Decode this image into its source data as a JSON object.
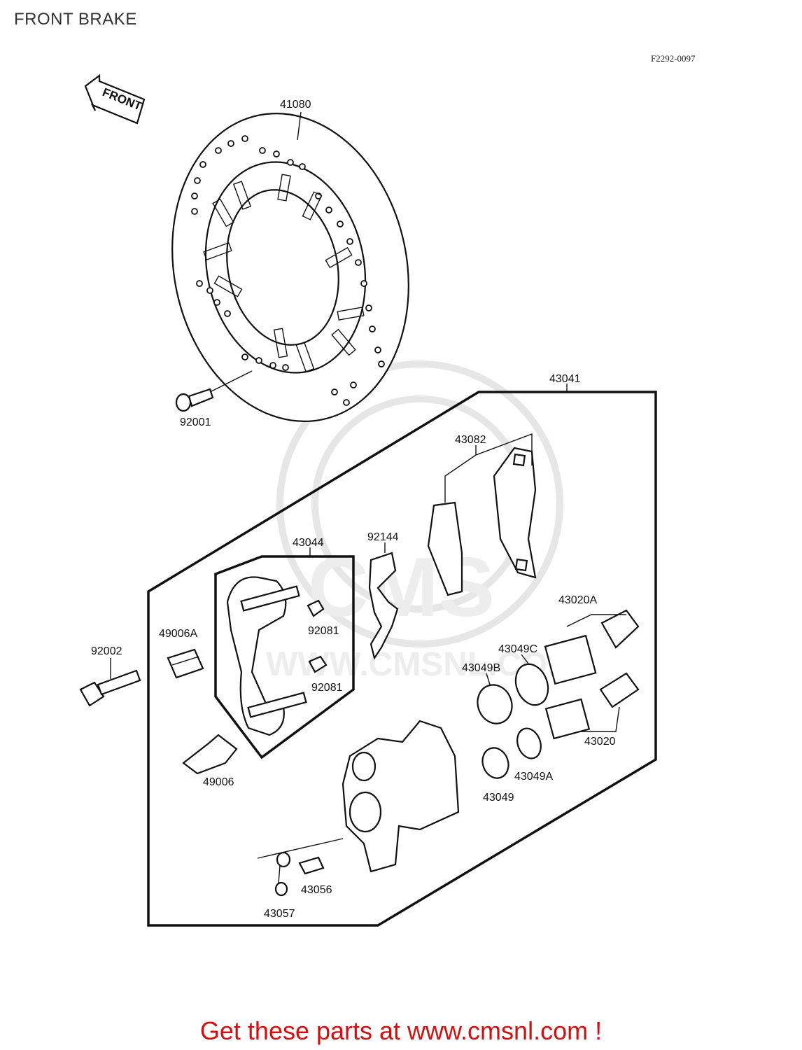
{
  "page": {
    "title": "FRONT BRAKE",
    "diagram_code": "F2292-0097",
    "footer_link": "Get these parts at www.cmsnl.com !",
    "front_arrow_label": "FRONT",
    "watermark_text": "CMS",
    "watermark_url": "WWW.CMSNL.COM"
  },
  "parts": {
    "disc": "41080",
    "disc_bolt": "92001",
    "caliper_assembly": "43041",
    "brake_pads": "43082",
    "pad_spring": "92144",
    "caliper_holder": "43044",
    "holder_boot_a": "49006A",
    "holder_boot": "49006",
    "caliper_bolt": "92002",
    "clip_upper": "92081",
    "clip_lower": "92081",
    "piston_large": "43020A",
    "piston_small": "43020",
    "seal_c": "43049C",
    "seal_b": "43049B",
    "seal_a": "43049A",
    "seal": "43049",
    "bleeder_valve": "43056",
    "bleeder_cap": "43057"
  }
}
